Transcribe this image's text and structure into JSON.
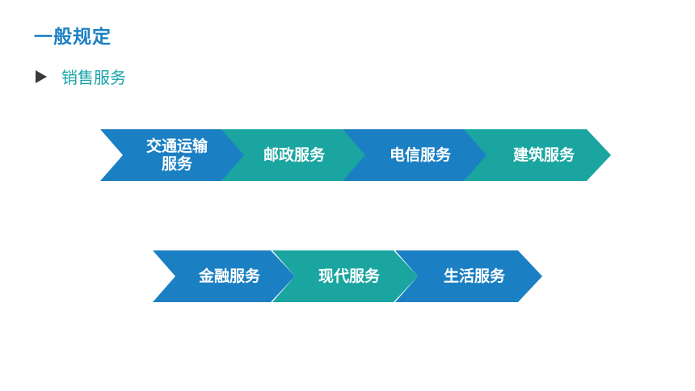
{
  "title": "一般规定",
  "bullet": {
    "text": "销售服务"
  },
  "row1": [
    {
      "label_line1": "交通运输",
      "label_line2": "服务",
      "color": "#1b7fc3"
    },
    {
      "label": "邮政服务",
      "color": "#1aa5a0"
    },
    {
      "label": "电信服务",
      "color": "#1b7fc3"
    },
    {
      "label": "建筑服务",
      "color": "#1aa5a0"
    }
  ],
  "row2": [
    {
      "label": "金融服务",
      "color": "#1b7fc3"
    },
    {
      "label": "现代服务",
      "color": "#1aa5a0"
    },
    {
      "label": "生活服务",
      "color": "#1b7fc3"
    }
  ]
}
